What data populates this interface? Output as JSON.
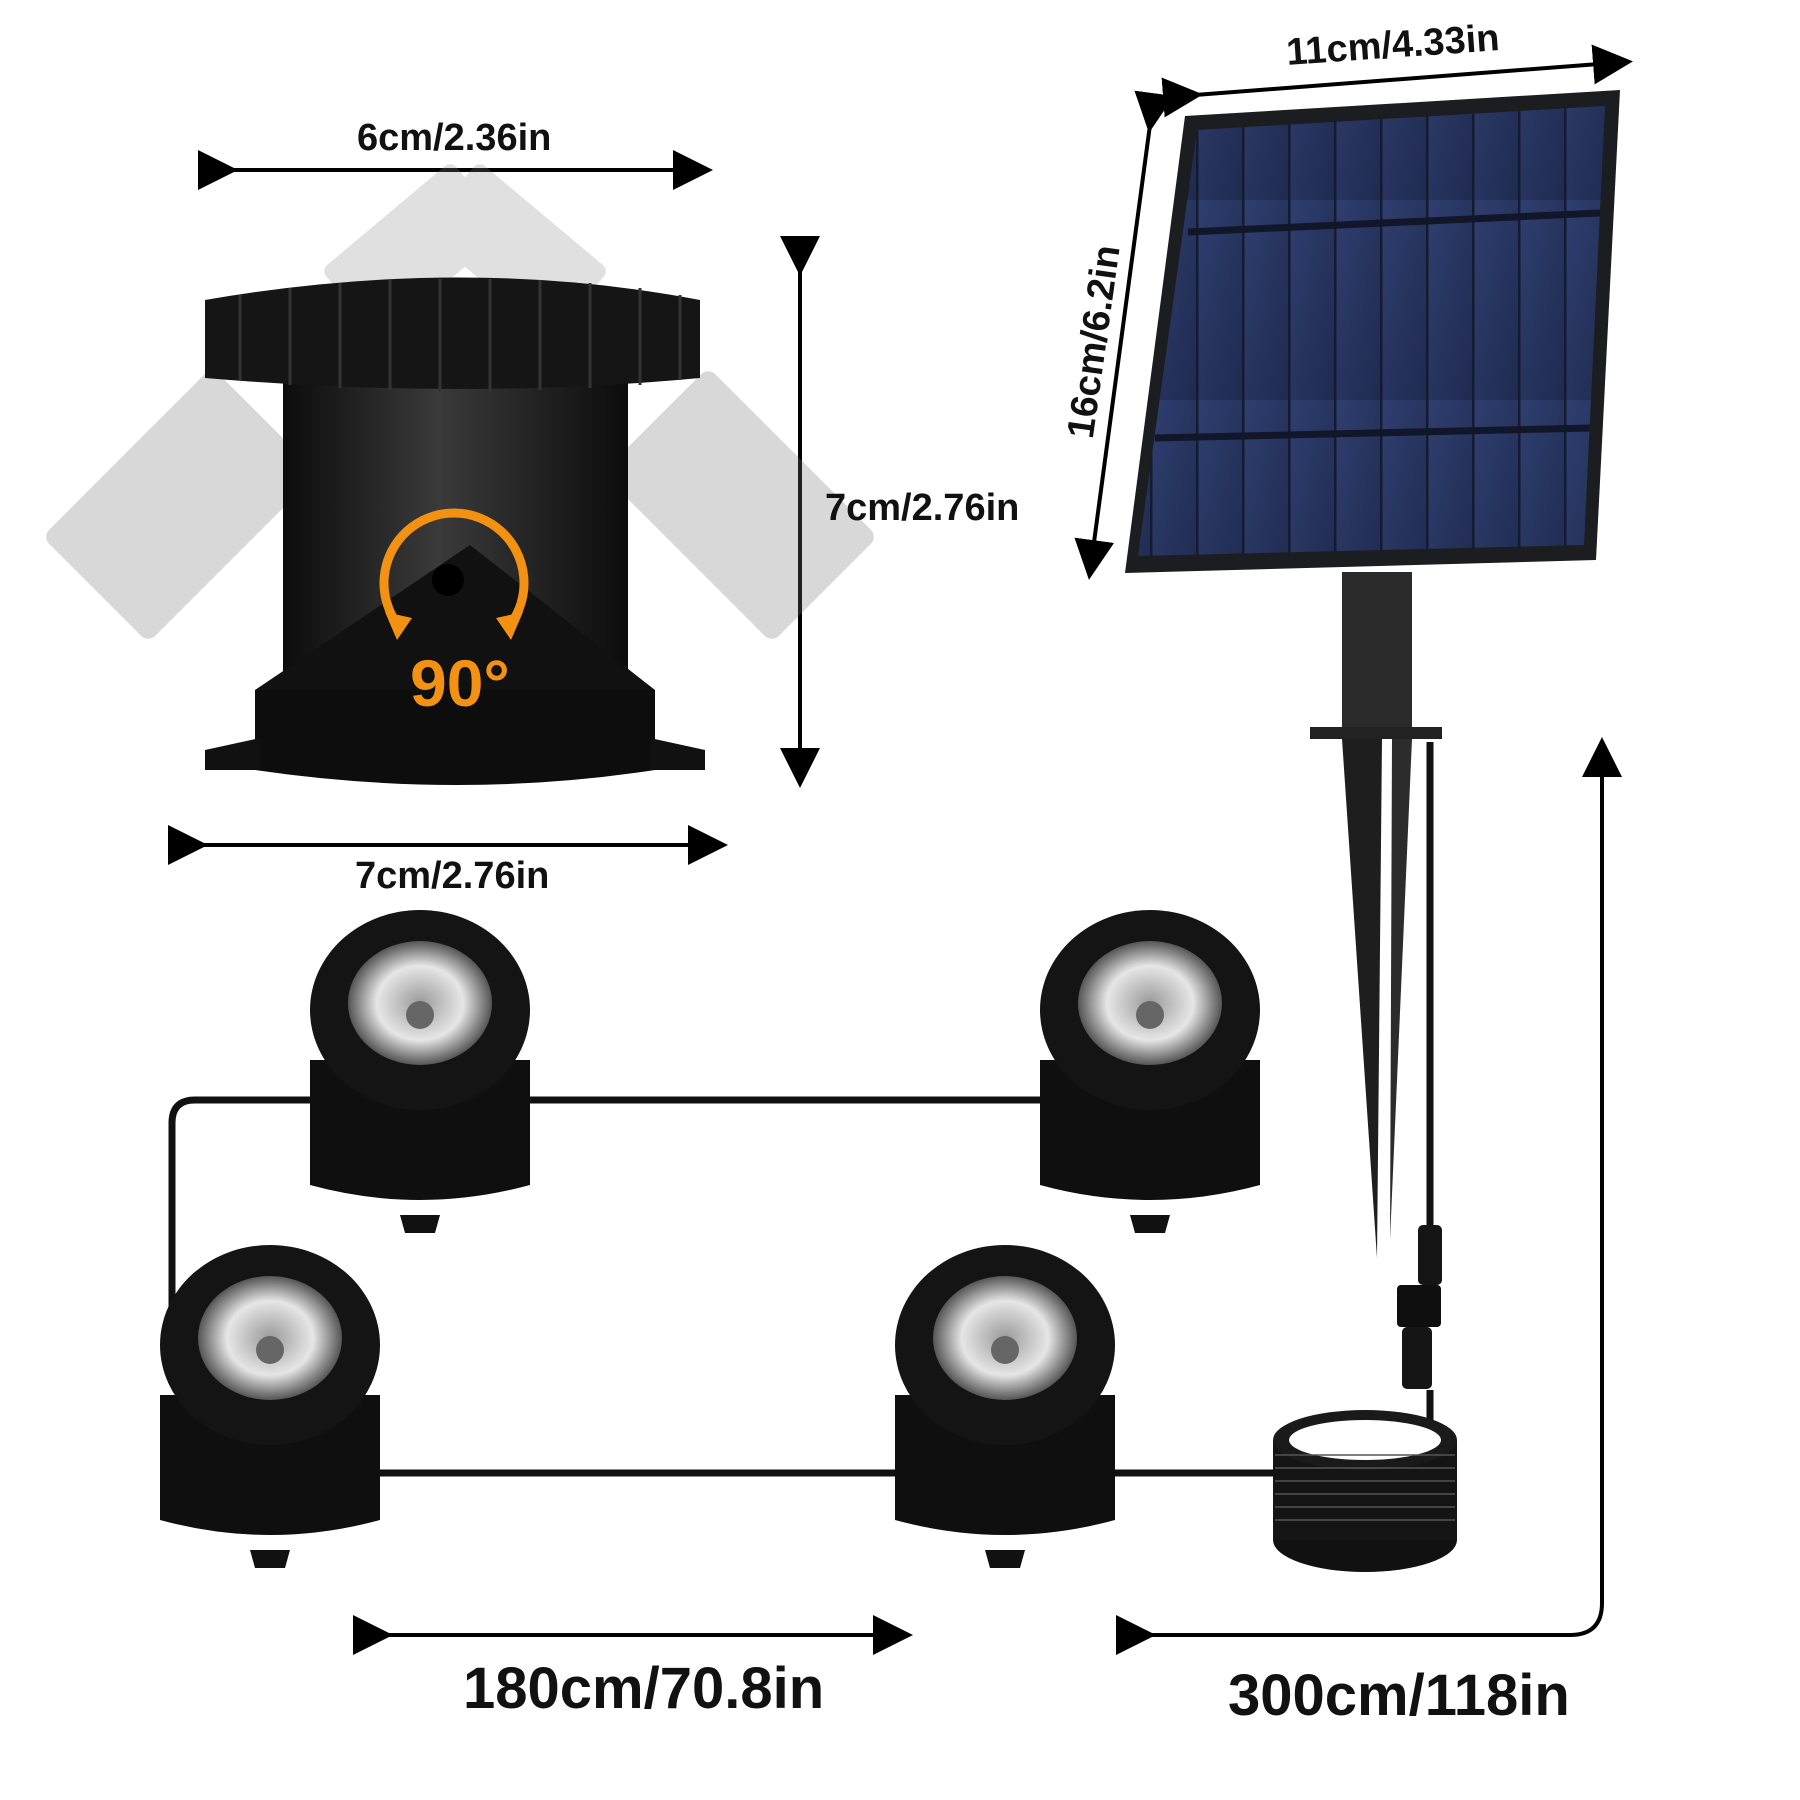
{
  "dimensions": {
    "lamp_top_width": "6cm/2.36in",
    "lamp_height": "7cm/2.76in",
    "lamp_base_width": "7cm/2.76in",
    "panel_width": "11cm/4.33in",
    "panel_height": "16cm/6.2in",
    "lamp_cable_length": "180cm/70.8in",
    "panel_cable_length": "300cm/118in"
  },
  "rotation": {
    "angle_label": "90°",
    "accent_color": "#f39212"
  },
  "components": {
    "spotlight_count": 4,
    "solar_panel": {
      "frame_color": "#1c1d21",
      "cell_color": "#2b3a66"
    },
    "lamp_body_color": "#141414",
    "cable_color": "#111111"
  }
}
